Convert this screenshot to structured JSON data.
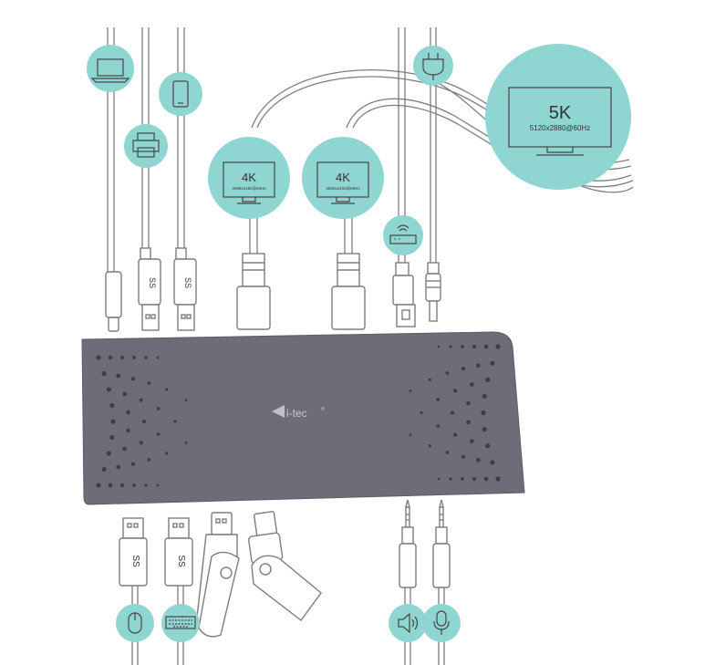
{
  "colors": {
    "accent": "#8fd6d2",
    "dock": "#6e6c78",
    "dock_edge": "#5d5b66",
    "hole": "#3f3d47",
    "wire": "#7d7d7d",
    "logo": "#c9c8cf"
  },
  "brand": {
    "logo_text": "i-tec",
    "logo_mark": "®"
  },
  "monitors": [
    {
      "id": "monitor-4k-1",
      "resolution": "4K",
      "spec": "4096x2160@60Hz",
      "icon": "monitor-icon"
    },
    {
      "id": "monitor-4k-2",
      "resolution": "4K",
      "spec": "4096x2160@60Hz",
      "icon": "monitor-icon"
    },
    {
      "id": "monitor-5k",
      "resolution": "5K",
      "spec": "5120x2880@60Hz",
      "icon": "monitor-icon"
    }
  ],
  "top_devices": [
    "laptop-icon",
    "printer-icon",
    "smartphone-icon",
    "power-plug-icon",
    "router-icon"
  ],
  "bottom_devices": [
    "mouse-icon",
    "keyboard-icon",
    "speaker-icon",
    "microphone-icon"
  ],
  "top_connectors": [
    "usb-c-plug",
    "usb3-plug",
    "usb3-plug",
    "displayport-plug",
    "displayport-plug",
    "ethernet-plug",
    "dc-power-plug"
  ],
  "bottom_connectors": [
    "usb3-plug",
    "usb3-plug",
    "usb-flash-drive",
    "usb-flash-drive",
    "audio-jack",
    "audio-jack"
  ],
  "usb_logo": "SS"
}
